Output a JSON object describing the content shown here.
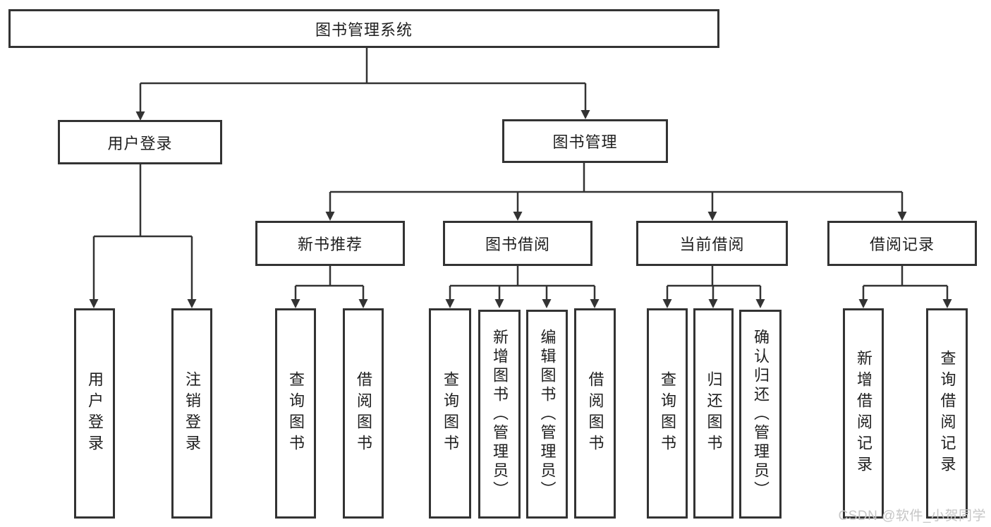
{
  "diagram": {
    "title": "图书管理系统",
    "user_login": {
      "label": "用户登录",
      "children": [
        "用户登录",
        "注销登录"
      ]
    },
    "book_management": {
      "label": "图书管理",
      "sections": [
        {
          "label": "新书推荐",
          "children": [
            "查询图书",
            "借阅图书"
          ]
        },
        {
          "label": "图书借阅",
          "children": [
            "查询图书",
            "新增图书（管理员）",
            "编辑图书（管理员）",
            "借阅图书"
          ]
        },
        {
          "label": "当前借阅",
          "children": [
            "查询图书",
            "归还图书",
            "确认归还（管理员）"
          ]
        },
        {
          "label": "借阅记录",
          "children": [
            "新增借阅记录",
            "查询借阅记录"
          ]
        }
      ]
    }
  },
  "watermark": "CSDN @软件_小贺同学",
  "colors": {
    "line": "#333333",
    "text": "#1f1f1f",
    "watermark": "#c6c6c6",
    "background": "#ffffff"
  }
}
